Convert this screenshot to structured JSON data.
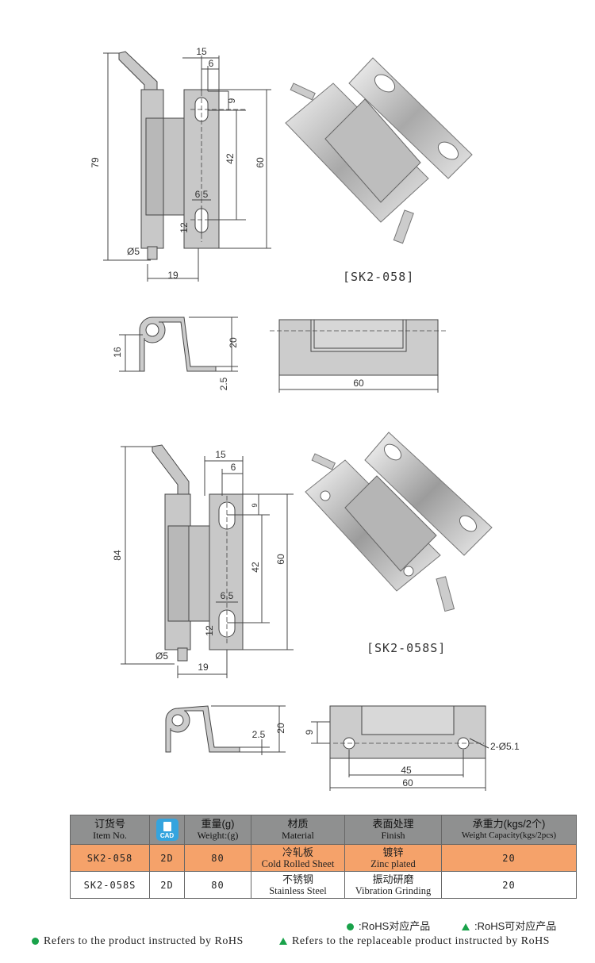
{
  "dims": {
    "a_height": "79",
    "a_w15": "15",
    "a_w6": "6",
    "a_9": "9",
    "a_42": "42",
    "a_60": "60",
    "a_65": "6.5",
    "a_12": "12",
    "a_d5": "Ø5",
    "a_19": "19",
    "as_16": "16",
    "as_20": "20",
    "as_25": "2.5",
    "af_60": "60",
    "b_height": "84",
    "b_w15": "15",
    "b_w6": "6",
    "b_9": "9",
    "b_42": "42",
    "b_60": "60",
    "b_65": "6.5",
    "b_12": "12",
    "b_d5": "Ø5",
    "b_19": "19",
    "bs_25": "2.5",
    "bs_20": "20",
    "bf_9": "9",
    "bf_hole": "2-Ø5.1",
    "bf_45": "45",
    "bf_60": "60"
  },
  "captions": {
    "sk2_058": "[SK2-058]",
    "sk2_058s": "[SK2-058S]"
  },
  "table": {
    "headers": [
      {
        "zh": "订货号",
        "en": "Item No."
      },
      {
        "zh": "",
        "en": "",
        "icon": "CAD"
      },
      {
        "zh": "重量(g)",
        "en": "Weight:(g)"
      },
      {
        "zh": "材质",
        "en": "Material"
      },
      {
        "zh": "表面处理",
        "en": "Finish"
      },
      {
        "zh": "承重力(kgs/2个)",
        "en": "Weight Capacity(kgs/2pcs)"
      }
    ],
    "rows": [
      {
        "item": "SK2-058",
        "cad": "2D",
        "weight": "80",
        "material_zh": "冷轧板",
        "material_en": "Cold Rolled Sheet",
        "finish_zh": "镀锌",
        "finish_en": "Zinc plated",
        "capacity": "20",
        "highlight_color": "#f5a26a"
      },
      {
        "item": "SK2-058S",
        "cad": "2D",
        "weight": "80",
        "material_zh": "不锈钢",
        "material_en": "Stainless Steel",
        "finish_zh": "振动研磨",
        "finish_en": "Vibration Grinding",
        "capacity": "20"
      }
    ]
  },
  "legend": {
    "rohs_zh": ":RoHS对应产品",
    "rohs_replace_zh": ":RoHS可对应产品",
    "rohs_en": "Refers to the product instructed by RoHS",
    "rohs_replace_en": "Refers to the replaceable product instructed by RoHS",
    "accent_color": "#19a24a"
  }
}
